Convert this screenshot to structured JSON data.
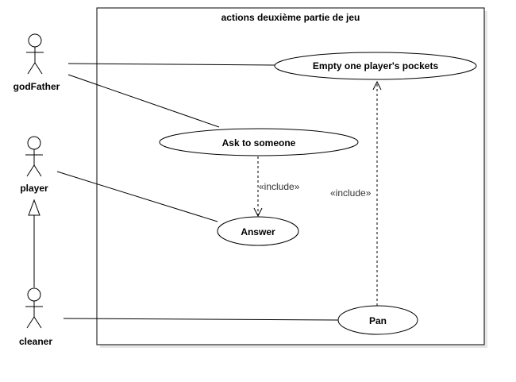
{
  "diagram": {
    "system_title": "actions deuxième partie de jeu",
    "actors": {
      "godfather": "godFather",
      "player": "player",
      "cleaner": "cleaner"
    },
    "use_cases": {
      "empty_pockets": "Empty one player's pockets",
      "ask": "Ask to someone",
      "answer": "Answer",
      "pan": "Pan"
    },
    "relations": {
      "include_ask_answer": "«include»",
      "include_pan_empty": "«include»"
    }
  }
}
